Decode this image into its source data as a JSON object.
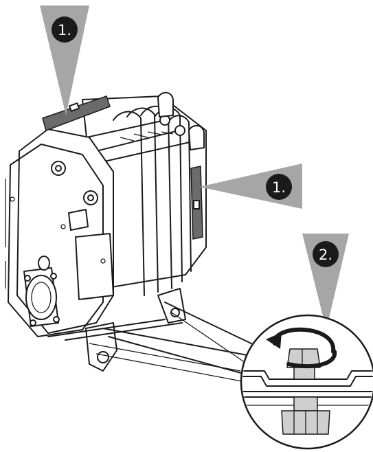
{
  "callouts": {
    "top": "1.",
    "right": "1.",
    "detail": "2."
  },
  "colors": {
    "callout_fill": "#a6a6a6",
    "badge_fill": "#1a1a1a",
    "line": "#1a1a1a",
    "clip_fill": "#6b6b6b"
  },
  "icons": [
    "rotate-arrow-icon"
  ]
}
